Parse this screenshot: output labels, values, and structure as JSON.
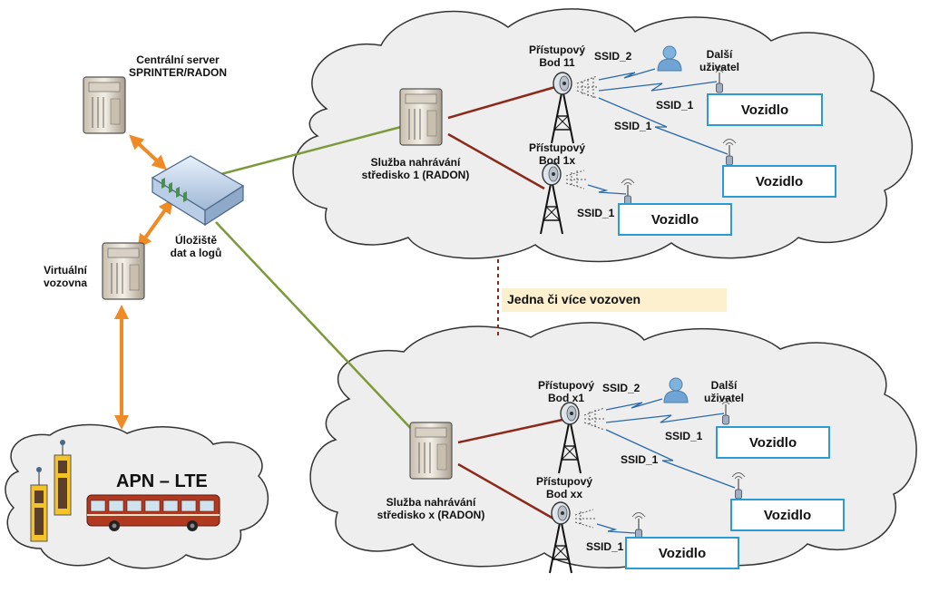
{
  "labels": {
    "central_server": "Centrální server\nSPRINTER/RADON",
    "storage": "Úložiště\ndat a logů",
    "virtual_depot": "Virtuální\nvozovna",
    "apn": "APN – LTE",
    "banner": "Jedna či více vozoven"
  },
  "cloud_top": {
    "service": "Služba nahrávání\nstředisko 1 (RADON)",
    "ap_a": "Přístupový\nBod 11",
    "ap_b": "Přístupový\nBod 1x",
    "ssid2": "SSID_2",
    "ssid1_a": "SSID_1",
    "ssid1_b": "SSID_1",
    "ssid1_c": "SSID_1",
    "other_user": "Další\nuživatel",
    "vehicle_1": "Vozidlo",
    "vehicle_2": "Vozidlo",
    "vehicle_3": "Vozidlo"
  },
  "cloud_bottom": {
    "service": "Služba nahrávání\nstředisko x (RADON)",
    "ap_a": "Přístupový\nBod x1",
    "ap_b": "Přístupový\nBod xx",
    "ssid2": "SSID_2",
    "ssid1_a": "SSID_1",
    "ssid1_b": "SSID_1",
    "ssid1_c": "SSID_1",
    "other_user": "Další\nuživatel",
    "vehicle_1": "Vozidlo",
    "vehicle_2": "Vozidlo",
    "vehicle_3": "Vozidlo"
  },
  "colors": {
    "green_link": "#7c9a3a",
    "red_link": "#8b2a1a",
    "orange_arrow": "#f08a24",
    "vehicle_border": "#2b9bd3",
    "cloud_fill": "#eeeeee",
    "banner_fill": "#fdf0cf"
  }
}
